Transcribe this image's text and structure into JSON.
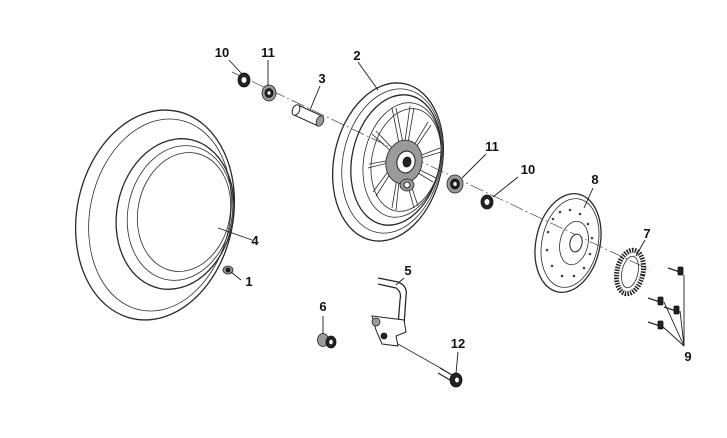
{
  "callouts": {
    "c1": "1",
    "c2": "2",
    "c3": "3",
    "c4": "4",
    "c5": "5",
    "c6": "6",
    "c7": "7",
    "c8": "8",
    "c9": "9",
    "c10a": "10",
    "c10b": "10",
    "c11a": "11",
    "c11b": "11",
    "c12": "12"
  }
}
